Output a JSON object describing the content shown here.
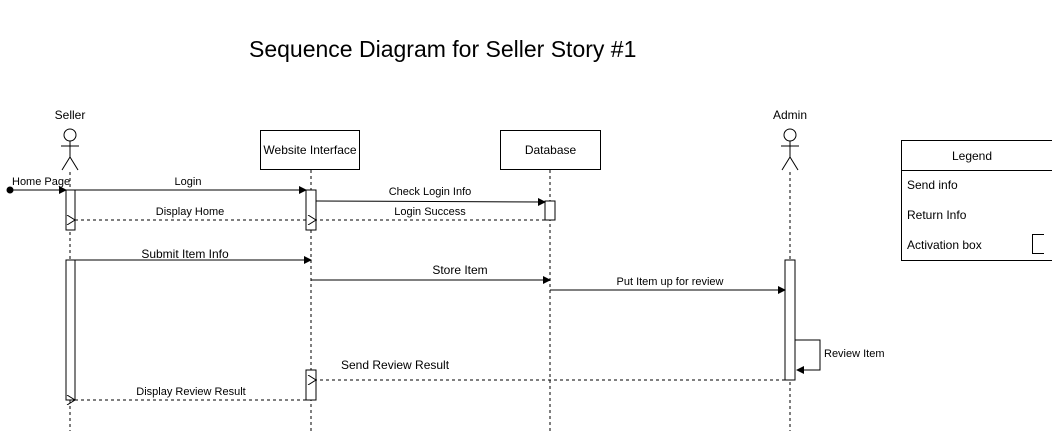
{
  "title": "Sequence Diagram for Seller Story #1",
  "participants": {
    "seller": "Seller",
    "website": "Website Interface",
    "database": "Database",
    "admin": "Admin"
  },
  "messages": {
    "home_page": "Home Page",
    "login": "Login",
    "check_login": "Check Login Info",
    "login_success": "Login Success",
    "display_home": "Display Home",
    "submit_item": "Submit Item Info",
    "store_item": "Store Item",
    "put_item_review": "Put Item up for review",
    "review_item": "Review Item",
    "send_review_result": "Send Review Result",
    "display_review_result": "Display Review Result"
  },
  "legend": {
    "title": "Legend",
    "send_info": "Send info",
    "return_info": "Return Info",
    "activation_box": "Activation box"
  }
}
